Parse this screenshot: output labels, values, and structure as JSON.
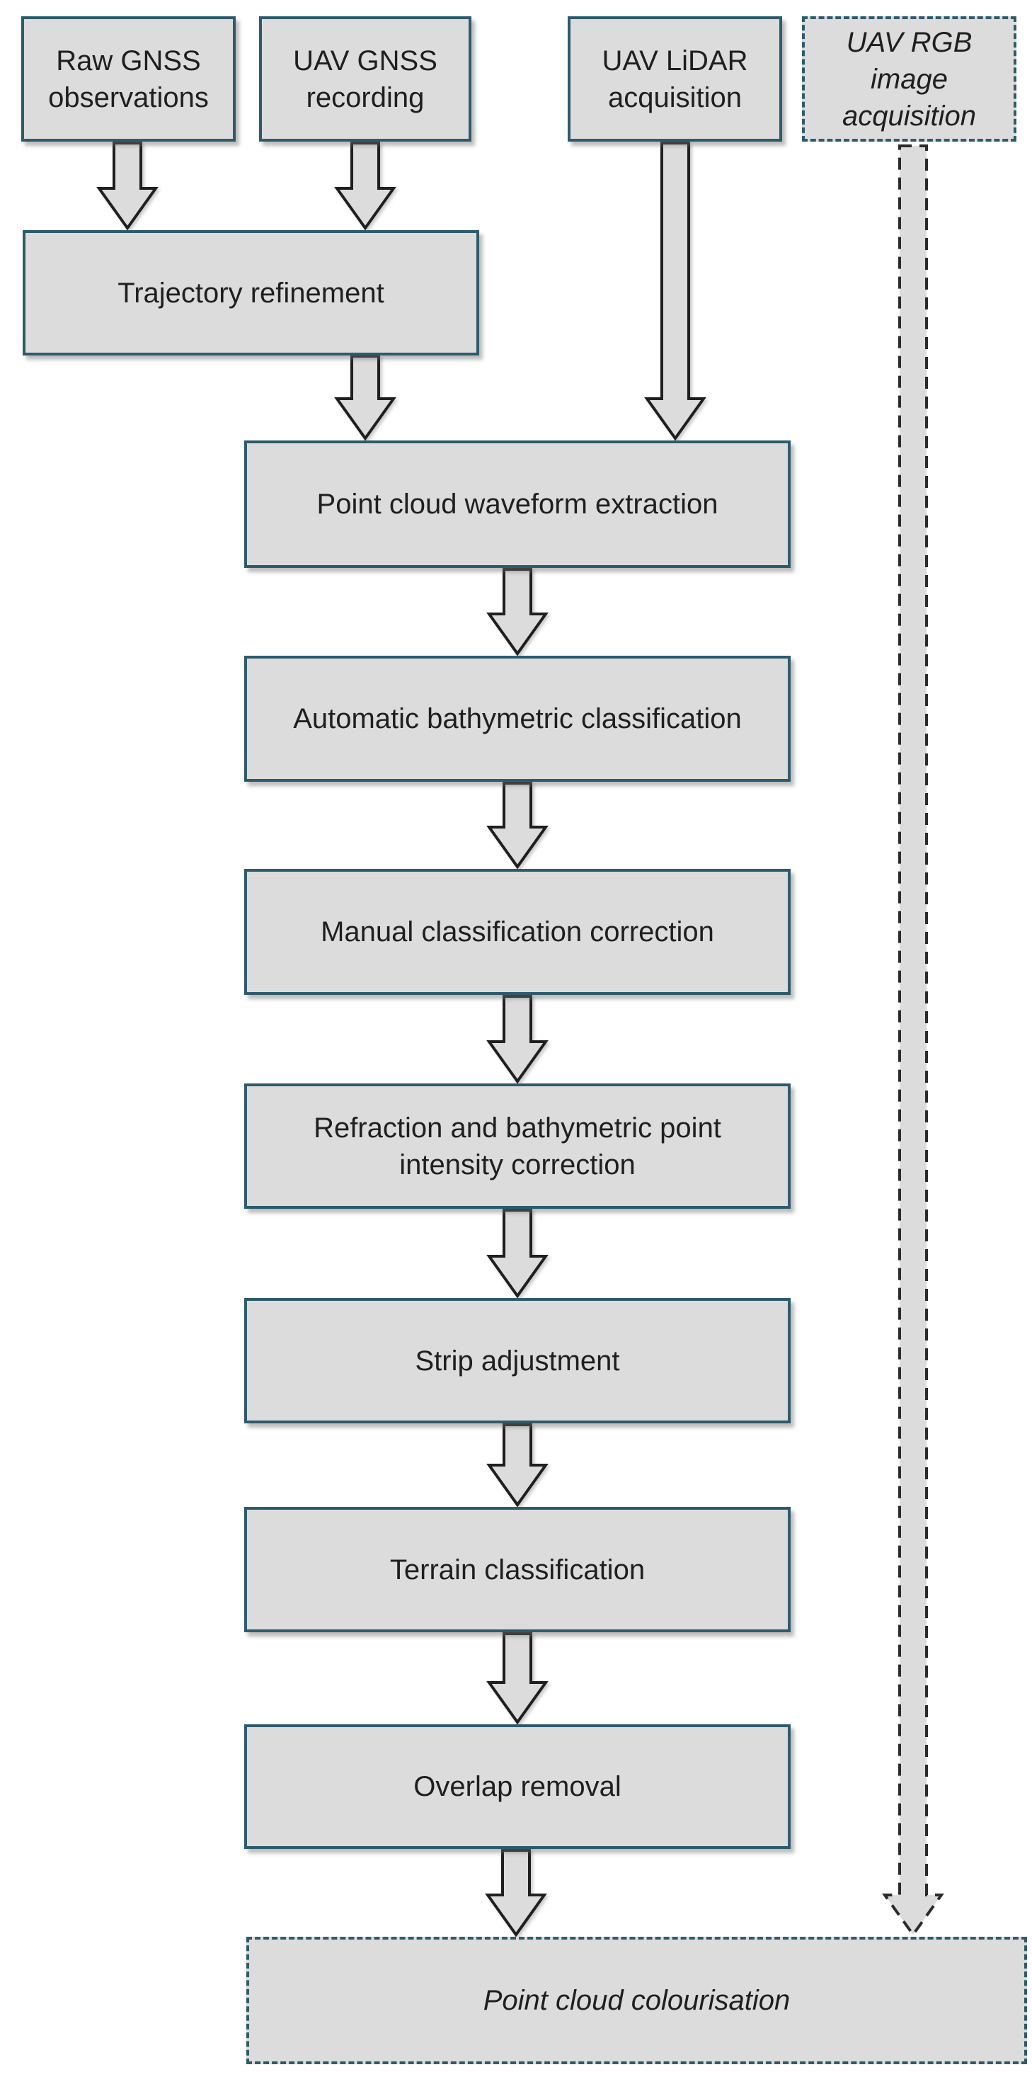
{
  "page": {
    "background_color": "#ffffff",
    "description_label": "UAV LiDAR bathymetric point cloud processing workflow"
  },
  "colors": {
    "box_fill": "#dcdcdc",
    "box_border": "#2e5b6c",
    "arrow_fill": "#dcdcdc",
    "arrow_outline": "#1f1f1f",
    "dashed_arrow_outline": "#2b2b2b",
    "text": "#1f1f1f"
  },
  "flowchart": {
    "nodes": {
      "raw_gnss": {
        "label": "Raw GNSS\nobservations",
        "style": "solid"
      },
      "uav_gnss": {
        "label": "UAV GNSS\nrecording",
        "style": "solid"
      },
      "uav_lidar": {
        "label": "UAV LiDAR\nacquisition",
        "style": "solid"
      },
      "uav_rgb": {
        "label": "UAV RGB\nimage\nacquisition",
        "style": "dashed-italic"
      },
      "trajectory": {
        "label": "Trajectory refinement",
        "style": "solid"
      },
      "waveform": {
        "label": "Point cloud waveform extraction",
        "style": "solid"
      },
      "auto_bathy": {
        "label": "Automatic bathymetric classification",
        "style": "solid"
      },
      "manual_class": {
        "label": "Manual classification correction",
        "style": "solid"
      },
      "refraction": {
        "label": "Refraction and bathymetric point\nintensity correction",
        "style": "solid"
      },
      "strip": {
        "label": "Strip adjustment",
        "style": "solid"
      },
      "terrain": {
        "label": "Terrain classification",
        "style": "solid"
      },
      "overlap": {
        "label": "Overlap removal",
        "style": "solid"
      },
      "colourisation": {
        "label": "Point cloud colourisation",
        "style": "dashed-italic"
      }
    },
    "edges": [
      {
        "from": "raw_gnss",
        "to": "trajectory",
        "style": "solid"
      },
      {
        "from": "uav_gnss",
        "to": "trajectory",
        "style": "solid"
      },
      {
        "from": "trajectory",
        "to": "waveform",
        "style": "solid"
      },
      {
        "from": "uav_lidar",
        "to": "waveform",
        "style": "solid"
      },
      {
        "from": "waveform",
        "to": "auto_bathy",
        "style": "solid"
      },
      {
        "from": "auto_bathy",
        "to": "manual_class",
        "style": "solid"
      },
      {
        "from": "manual_class",
        "to": "refraction",
        "style": "solid"
      },
      {
        "from": "refraction",
        "to": "strip",
        "style": "solid"
      },
      {
        "from": "strip",
        "to": "terrain",
        "style": "solid"
      },
      {
        "from": "terrain",
        "to": "overlap",
        "style": "solid"
      },
      {
        "from": "overlap",
        "to": "colourisation",
        "style": "solid"
      },
      {
        "from": "uav_rgb",
        "to": "colourisation",
        "style": "dashed"
      }
    ]
  }
}
